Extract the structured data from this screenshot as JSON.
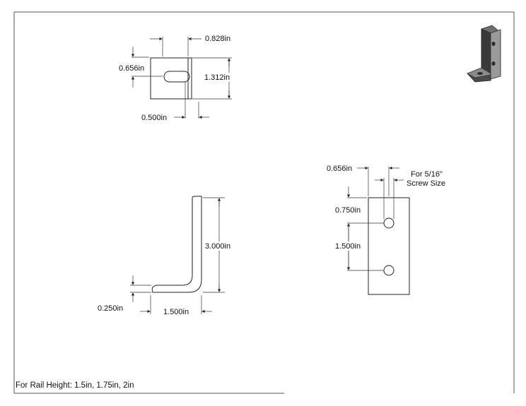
{
  "drawing": {
    "note": "For Rail Height: 1.5in, 1.75in, 2in",
    "top_view": {
      "dim_slot_width": "0.828in",
      "dim_slot_offset": "0.656in",
      "dim_height": "1.312in",
      "dim_slot_end": "0.500in"
    },
    "side_view": {
      "dim_height": "3.000in",
      "dim_thickness": "0.250in",
      "dim_base": "1.500in"
    },
    "front_view": {
      "dim_hole_offset": "0.656in",
      "screw_label_line1": "For 5/16\"",
      "screw_label_line2": "Screw Size",
      "dim_first_hole": "0.750in",
      "dim_hole_spacing": "1.500in"
    },
    "colors": {
      "line": "#222222",
      "part_fill": "#ffffff",
      "iso_dark": "#3a3a3a",
      "iso_mid": "#6e6e6e",
      "iso_light": "#9a9a9a"
    }
  }
}
